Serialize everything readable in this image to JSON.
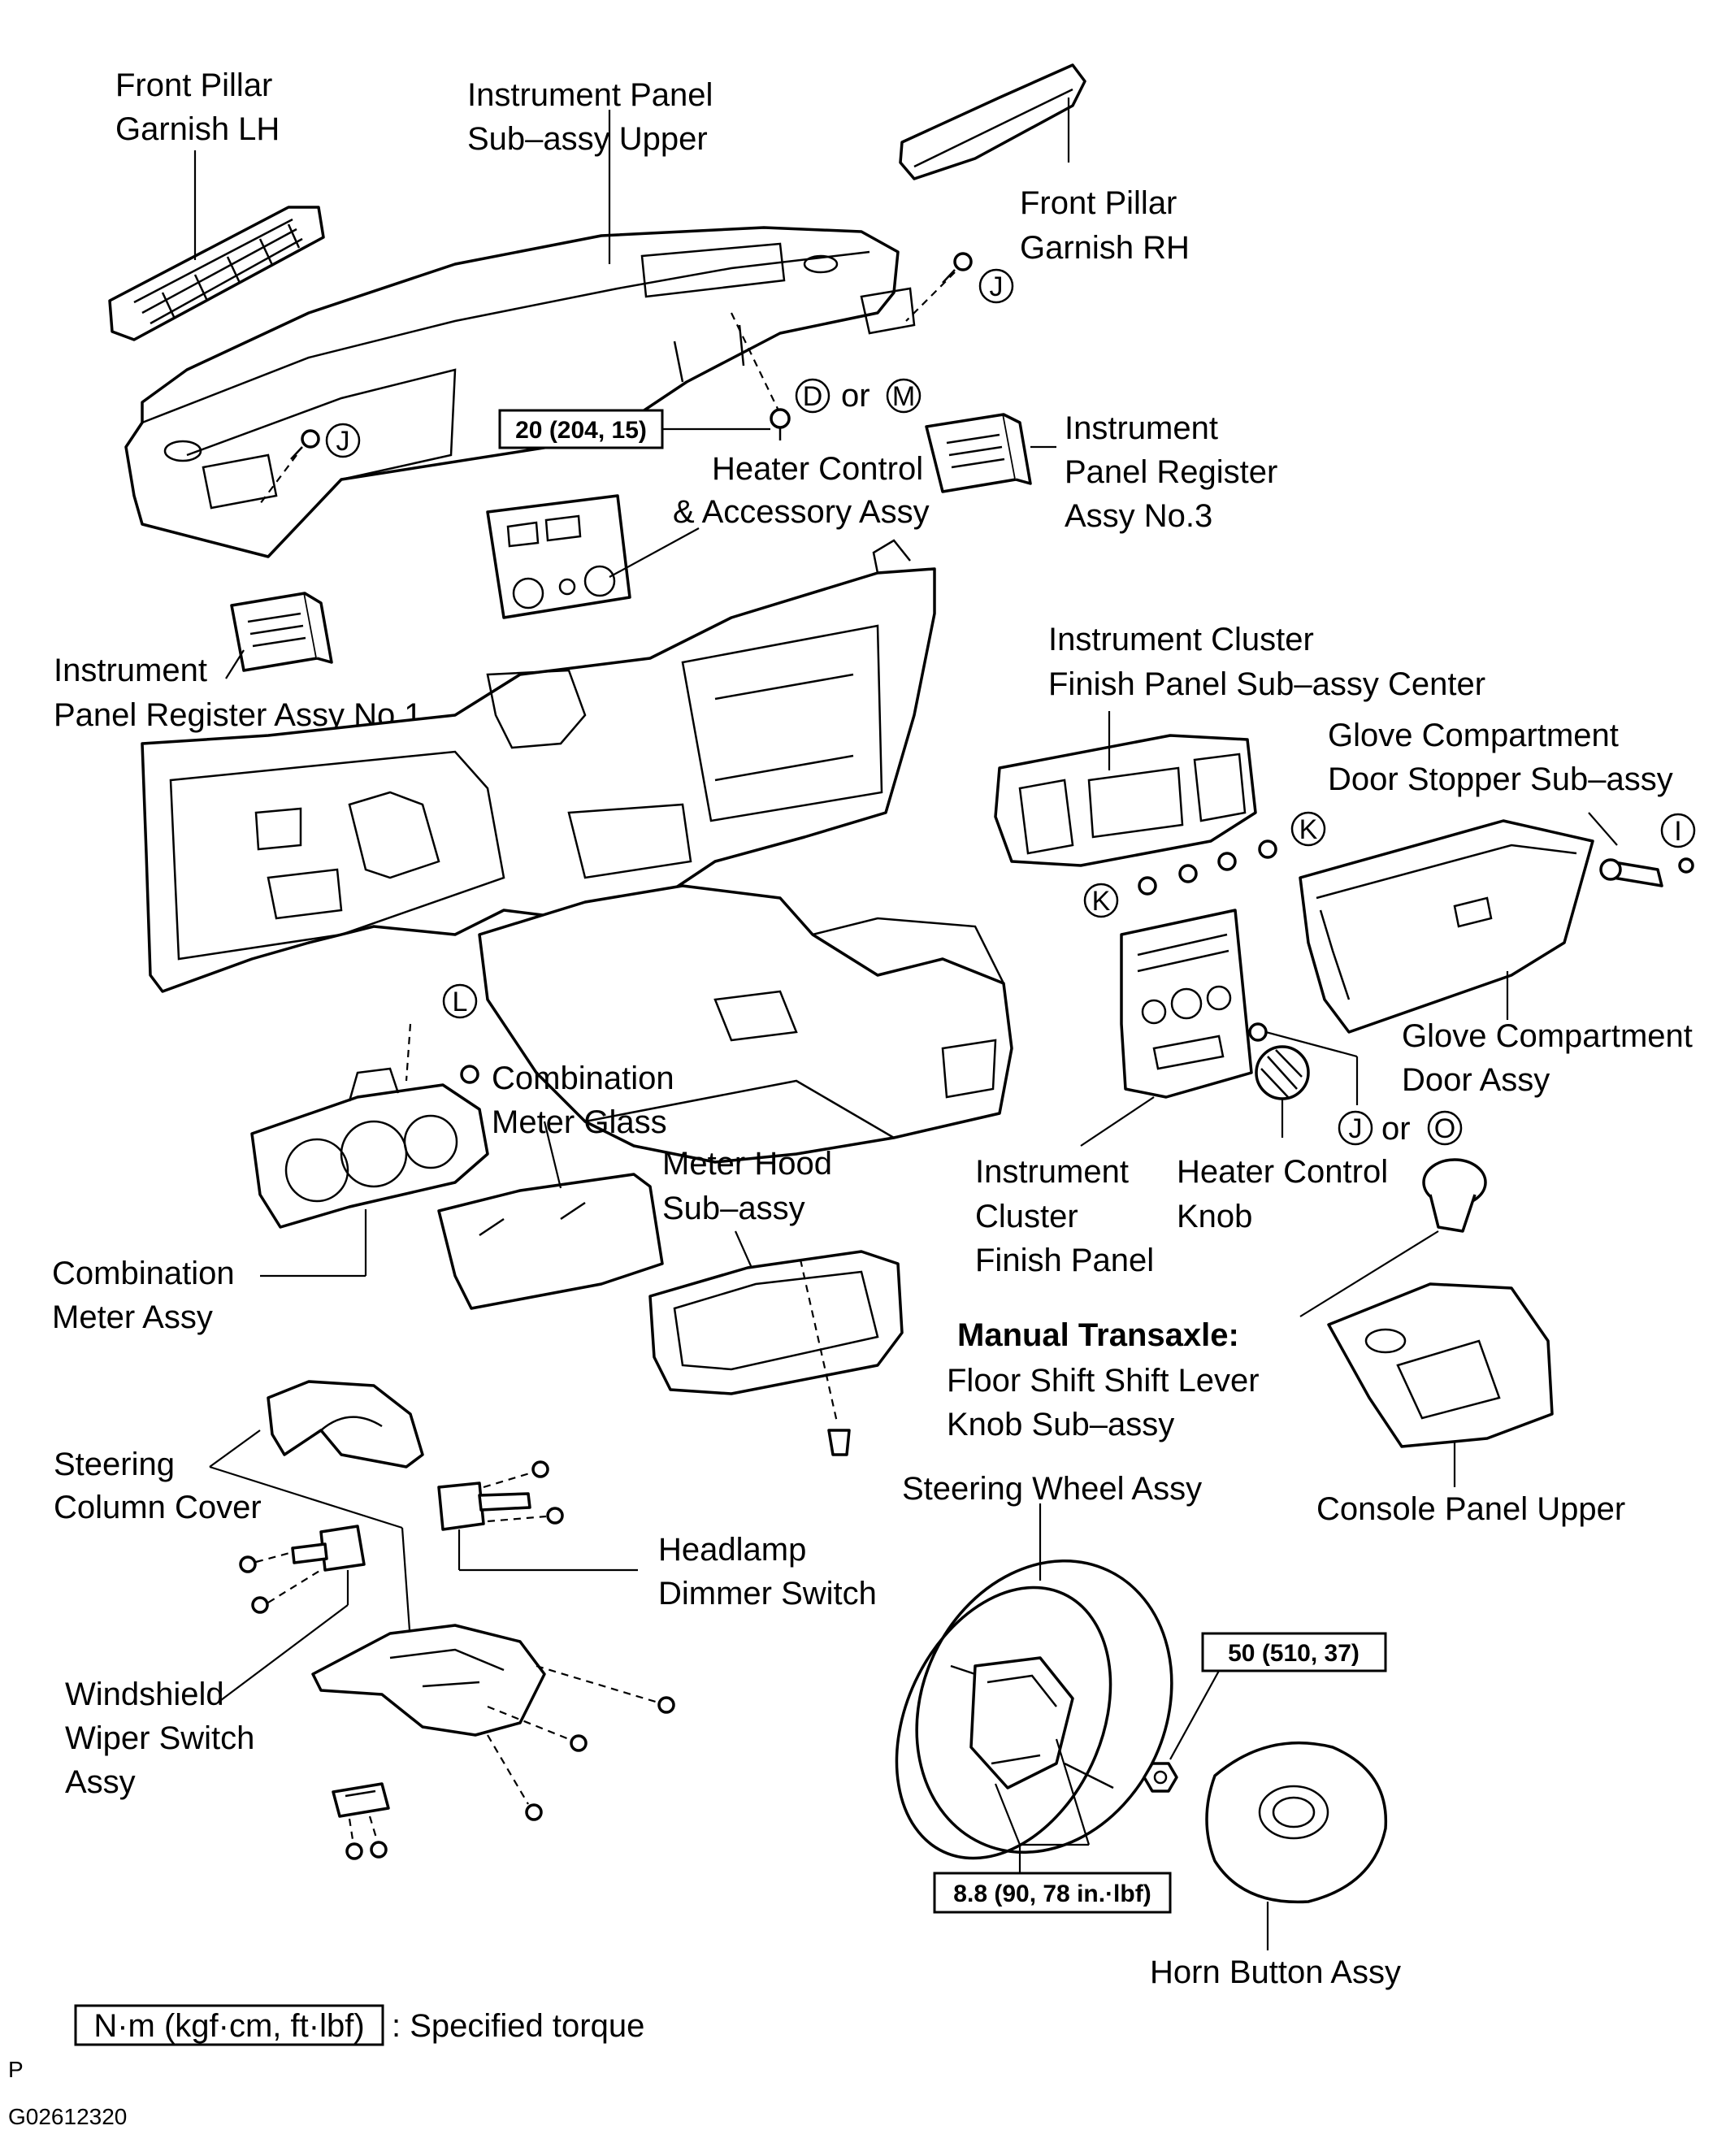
{
  "labels": {
    "front_pillar_lh": [
      "Front Pillar",
      "Garnish LH"
    ],
    "instrument_panel_upper": [
      "Instrument Panel",
      "Sub–assy Upper"
    ],
    "front_pillar_rh": [
      "Front Pillar",
      "Garnish RH"
    ],
    "register_no3": [
      "Instrument",
      "Panel Register",
      "Assy No.3"
    ],
    "heater_control_assy": [
      "Heater Control",
      "& Accessory Assy"
    ],
    "register_no1": [
      "Instrument",
      "Panel Register Assy No.1"
    ],
    "cluster_finish_center": [
      "Instrument Cluster",
      "Finish Panel Sub–assy Center"
    ],
    "glove_stopper": [
      "Glove Compartment",
      "Door Stopper Sub–assy"
    ],
    "glove_door": [
      "Glove Compartment",
      "Door Assy"
    ],
    "combination_meter_glass": [
      "Combination",
      "Meter Glass"
    ],
    "meter_hood": [
      "Meter Hood",
      "Sub–assy"
    ],
    "combination_meter_assy": [
      "Combination",
      "Meter Assy"
    ],
    "cluster_finish_panel": [
      "Instrument",
      "Cluster",
      "Finish Panel"
    ],
    "heater_control_knob": [
      "Heater Control",
      "Knob"
    ],
    "manual_transaxle_heading": "Manual Transaxle:",
    "shift_lever_knob": [
      "Floor Shift Shift Lever",
      "Knob Sub–assy"
    ],
    "steering_column_cover": [
      "Steering",
      "Column Cover"
    ],
    "headlamp_dimmer": [
      "Headlamp",
      "Dimmer Switch"
    ],
    "steering_wheel": "Steering Wheel Assy",
    "console_panel_upper": "Console Panel Upper",
    "wiper_switch": [
      "Windshield",
      "Wiper Switch",
      "Assy"
    ],
    "horn_button": "Horn Button Assy"
  },
  "torques": {
    "heater_screw": "20 (204, 15)",
    "steering_nut": "50 (510, 37)",
    "steering_screw": "8.8 (90, 78 in.·lbf)"
  },
  "connectors": {
    "or": "or",
    "J": "J",
    "D": "D",
    "M": "M",
    "K": "K",
    "I": "I",
    "L": "L",
    "O": "O"
  },
  "legend": {
    "unit_box": "N·m (kgf·cm, ft·lbf)",
    "description": ": Specified torque"
  },
  "footer": {
    "p": "P",
    "code": "G02612320"
  }
}
